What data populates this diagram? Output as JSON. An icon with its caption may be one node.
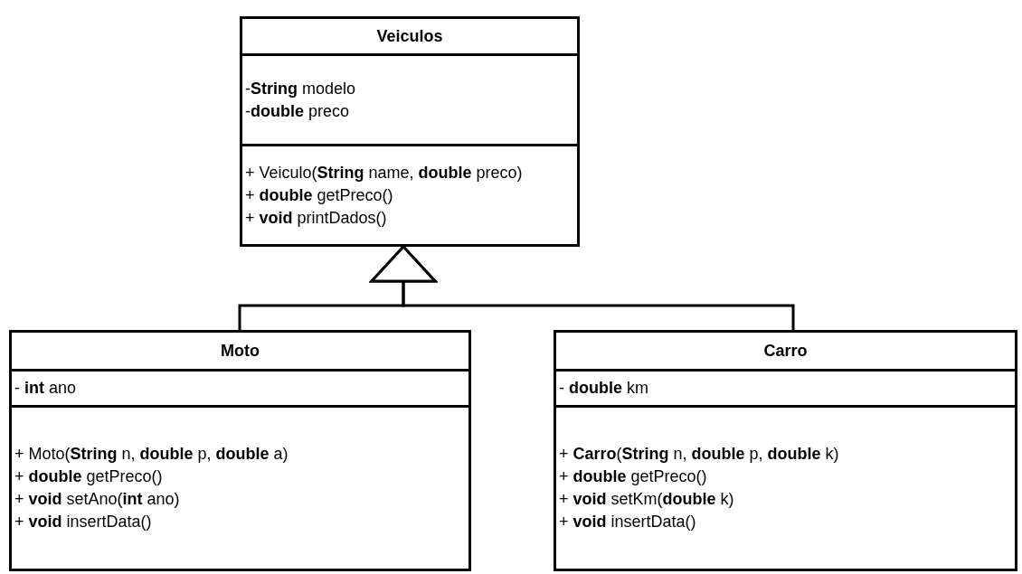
{
  "diagram": {
    "nodes": [
      {
        "text": [
          "Veiculos"
        ]
      },
      {
        "text": [
          "-**String** modelo",
          "-**double** preco"
        ],
        "in": 0
      },
      {
        "text": [
          "+ Veiculo(**String** name, **double** preco)",
          "+ **double** getPreco()",
          "+ **void** printDados()"
        ],
        "in": 0
      },
      {
        "text": [
          "Moto"
        ]
      },
      {
        "text": [
          "- **int** ano"
        ],
        "in": 3
      },
      {
        "text": [
          "+ Moto(**String** n, **double** p, **double** a)",
          "+ **double** getPreco()",
          "+ **void** setAno(**int** ano)",
          "+ **void** insertData()"
        ],
        "in": 3
      },
      {
        "text": [
          "Carro"
        ]
      },
      {
        "text": [
          "- **double** km"
        ],
        "in": 6
      },
      {
        "text": [
          "+ **Carro**(**String** n, **double** p, **double** k)",
          "+ **double** getPreco()",
          "+ **void** setKm(**double** k)",
          "+ **void** insertData()"
        ],
        "in": 6
      }
    ],
    "edges": [
      {
        "from": 3,
        "to": 0,
        "arrow": "to"
      },
      {
        "from": 6,
        "to": 0,
        "arrow": "to"
      }
    ]
  }
}
